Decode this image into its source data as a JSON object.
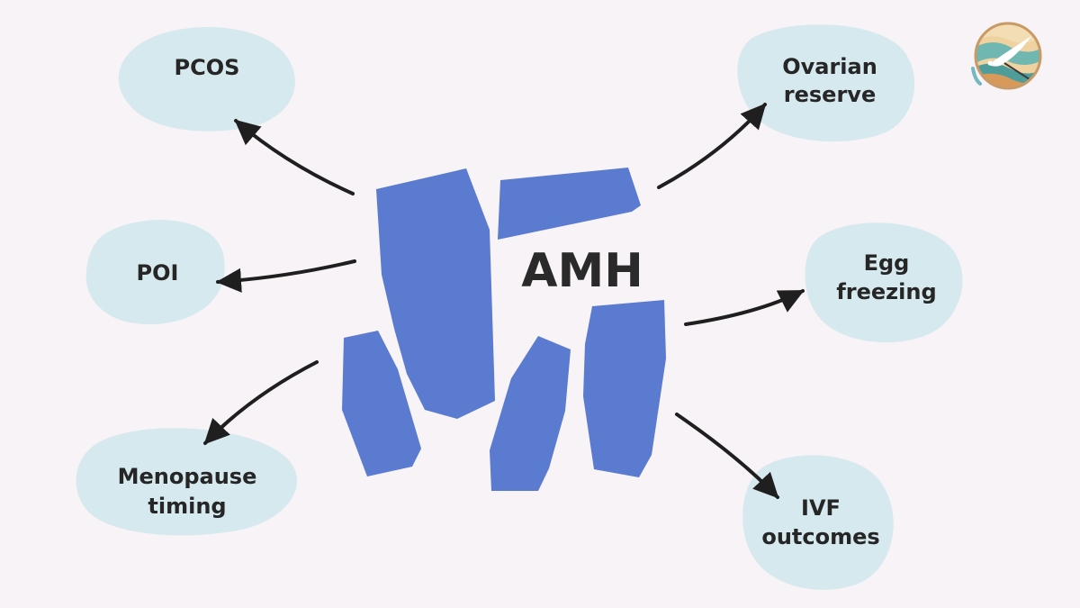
{
  "diagram": {
    "center": {
      "label": "AMH"
    },
    "nodes": [
      {
        "id": "pcos",
        "lines": [
          "PCOS"
        ]
      },
      {
        "id": "poi",
        "lines": [
          "POI"
        ]
      },
      {
        "id": "menopause-timing",
        "lines": [
          "Menopause",
          "timing"
        ]
      },
      {
        "id": "ovarian-reserve",
        "lines": [
          "Ovarian",
          "reserve"
        ]
      },
      {
        "id": "egg-freezing",
        "lines": [
          "Egg",
          "freezing"
        ]
      },
      {
        "id": "ivf-outcomes",
        "lines": [
          "IVF",
          "outcomes"
        ]
      }
    ]
  },
  "colors": {
    "background": "#f7f3f6",
    "bubble": "#d6e9ee",
    "blocks": "#5a7bd0",
    "arrows": "#1f1f1f",
    "text": "#262626"
  },
  "logo": {
    "icon": "heron-logo-icon"
  }
}
